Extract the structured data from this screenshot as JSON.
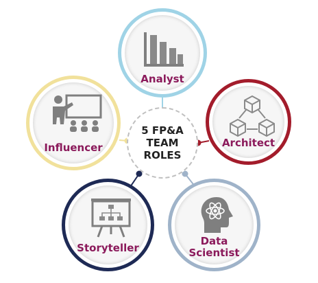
{
  "center": {
    "line1": "5 FP&A",
    "line2": "TEAM",
    "line3": "ROLES"
  },
  "roles": [
    {
      "key": "analyst",
      "label": "Analyst",
      "ring_color": "#9fd3e6",
      "dot_color": "#9fd3e6",
      "text_color": "#8b1a5b",
      "icon": "bar-chart-icon"
    },
    {
      "key": "architect",
      "label": "Architect",
      "ring_color": "#a31c2b",
      "dot_color": "#a31c2b",
      "text_color": "#8b1a5b",
      "icon": "cubes-network-icon"
    },
    {
      "key": "data_scientist",
      "label_line1": "Data",
      "label_line2": "Scientist",
      "ring_color": "#9fb3c9",
      "dot_color": "#9fb3c9",
      "text_color": "#8b1a5b",
      "icon": "atom-head-icon"
    },
    {
      "key": "storyteller",
      "label": "Storyteller",
      "ring_color": "#1e2a55",
      "dot_color": "#1e2a55",
      "text_color": "#8b1a5b",
      "icon": "presentation-board-icon"
    },
    {
      "key": "influencer",
      "label": "Influencer",
      "ring_color": "#f1e19b",
      "dot_color": "#f1e19b",
      "text_color": "#8b1a5b",
      "icon": "teacher-audience-icon"
    }
  ],
  "colors": {
    "icon_gray": "#7f7f7f",
    "center_border": "#bfbfbf"
  }
}
